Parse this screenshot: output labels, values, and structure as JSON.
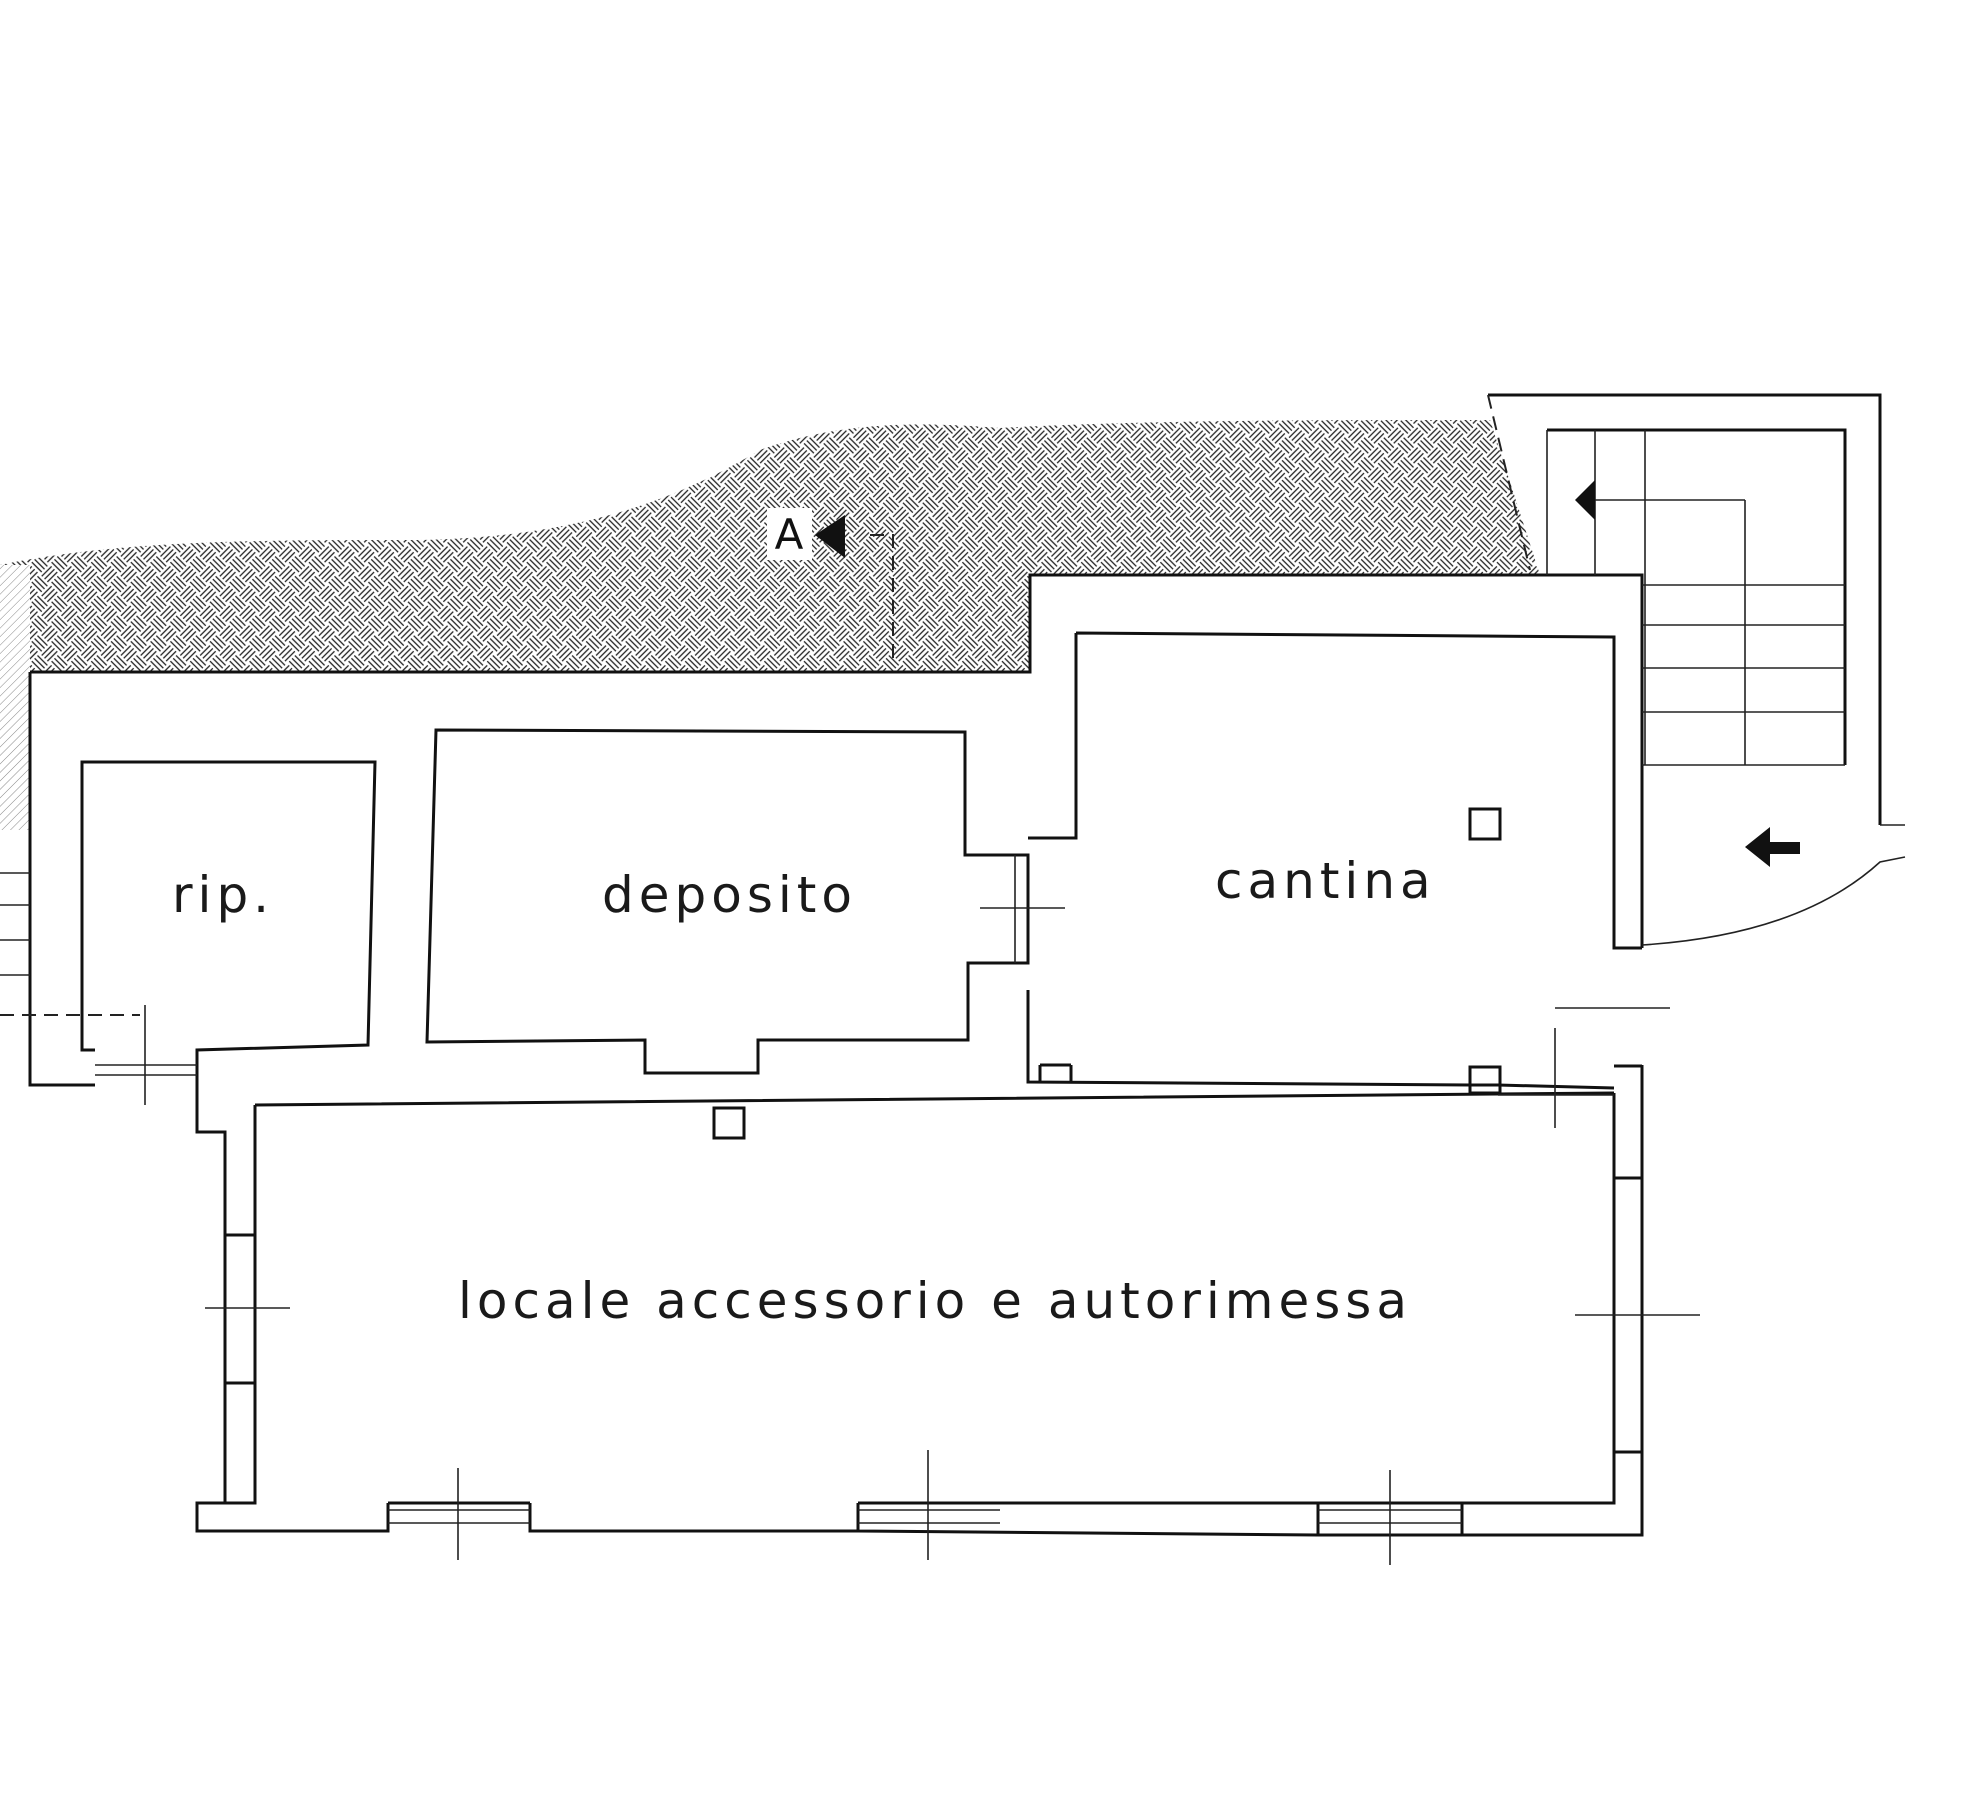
{
  "plan": {
    "section_marker": "A",
    "rooms": {
      "ripostiglio": "rip.",
      "deposito": "deposito",
      "cantina": "cantina",
      "autorimessa": "locale accessorio e autorimessa"
    }
  },
  "colors": {
    "line": "#111111",
    "background": "#ffffff",
    "hatch": "#222222"
  }
}
